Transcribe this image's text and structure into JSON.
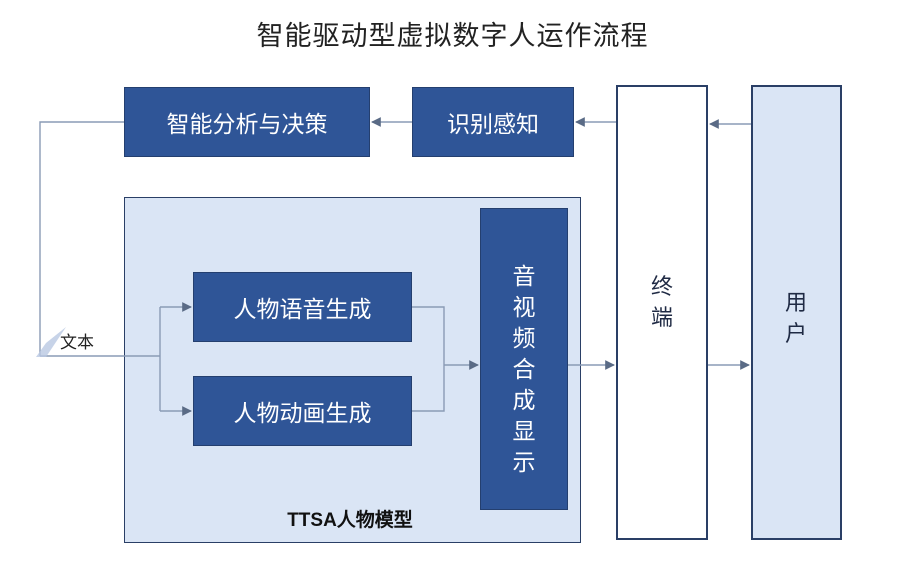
{
  "title": "智能驱动型虚拟数字人运作流程",
  "nodes": {
    "analysis": "智能分析与决策",
    "perception": "识别感知",
    "speech": "人物语音生成",
    "animation": "人物动画生成",
    "av_synthesis": "音视频合成显示",
    "terminal": "终端",
    "user": "用户",
    "text_input": "文本",
    "model": "TTSA人物模型"
  },
  "colors": {
    "dark_box": "#2f5597",
    "light_fill": "#dae5f5",
    "border": "#2a3f66",
    "line": "#8a9bb5"
  }
}
